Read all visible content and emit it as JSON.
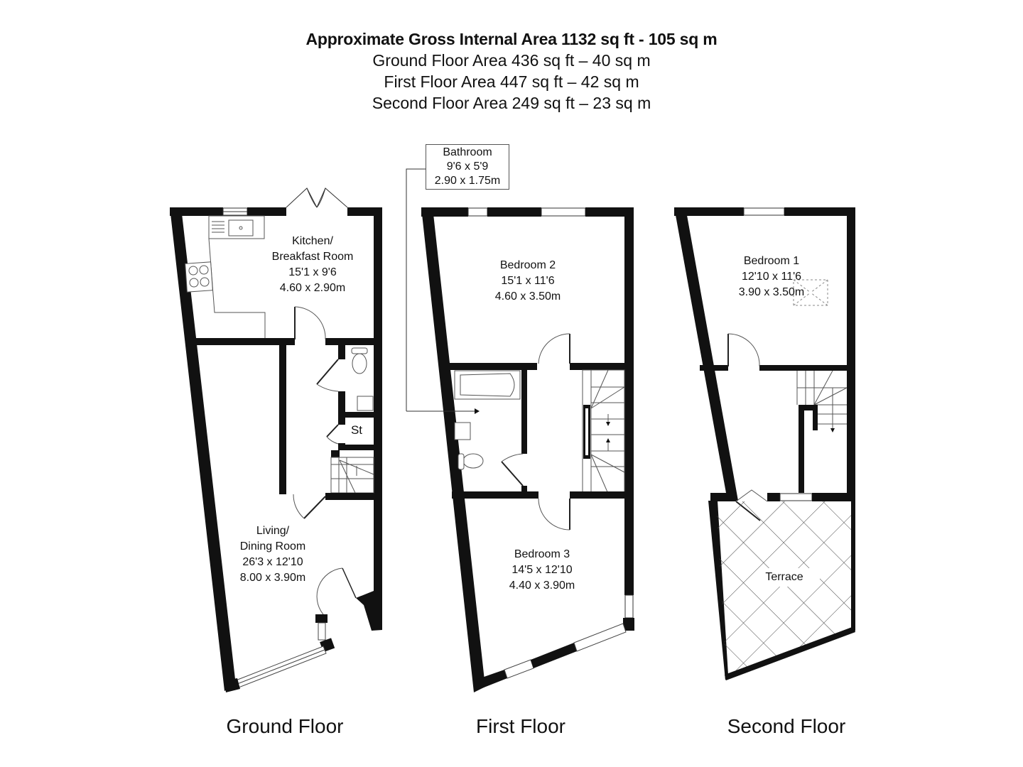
{
  "header": {
    "title": "Approximate Gross Internal Area 1132 sq ft - 105 sq m",
    "lines": [
      "Ground Floor Area 436 sq ft – 40 sq m",
      "First Floor Area 447 sq ft – 42 sq m",
      "Second Floor Area 249 sq ft – 23 sq m"
    ]
  },
  "floors": {
    "ground": {
      "label": "Ground Floor",
      "rooms": {
        "kitchen": {
          "name1": "Kitchen/",
          "name2": "Breakfast Room",
          "imperial": "15'1 x 9'6",
          "metric": "4.60 x 2.90m"
        },
        "living": {
          "name1": "Living/",
          "name2": "Dining Room",
          "imperial": "26'3 x 12'10",
          "metric": "8.00 x 3.90m"
        },
        "store": {
          "name": "St"
        }
      }
    },
    "first": {
      "label": "First Floor",
      "rooms": {
        "bathroom": {
          "name": "Bathroom",
          "imperial": "9'6 x 5'9",
          "metric": "2.90 x 1.75m"
        },
        "bedroom2": {
          "name": "Bedroom 2",
          "imperial": "15'1 x 11'6",
          "metric": "4.60 x 3.50m"
        },
        "bedroom3": {
          "name": "Bedroom 3",
          "imperial": "14'5 x 12'10",
          "metric": "4.40 x 3.90m"
        }
      }
    },
    "second": {
      "label": "Second Floor",
      "rooms": {
        "bedroom1": {
          "name": "Bedroom 1",
          "imperial": "12'10 x 11'6",
          "metric": "3.90 x 3.50m"
        },
        "terrace": {
          "name": "Terrace"
        }
      }
    }
  },
  "colors": {
    "wall": "#111111",
    "line": "#333333",
    "background": "#ffffff"
  }
}
